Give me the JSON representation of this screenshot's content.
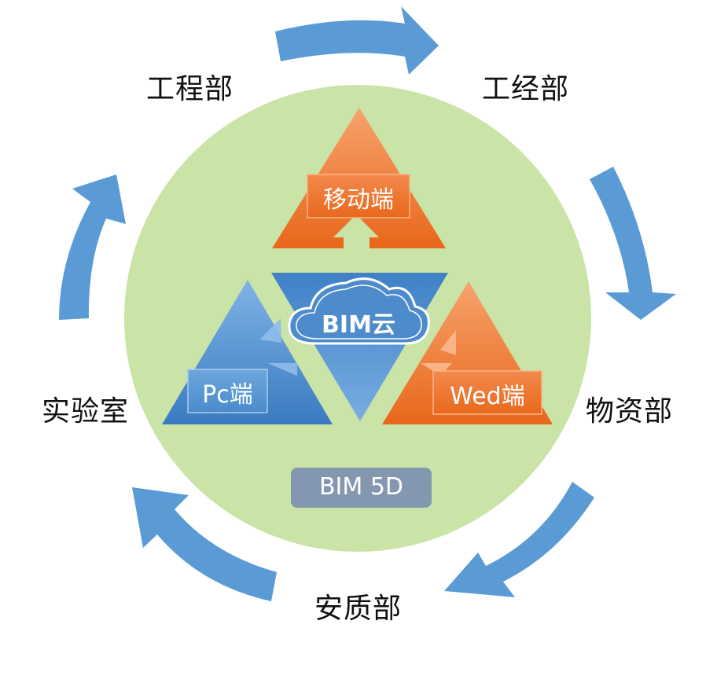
{
  "departments": {
    "engineering": "工程部",
    "engineering_economics": "工经部",
    "materials": "物资部",
    "safety_quality": "安质部",
    "laboratory": "实验室"
  },
  "platforms": {
    "mobile": "移动端",
    "pc": "Pc端",
    "web": "Wed端"
  },
  "cloud": {
    "label": "BIM云"
  },
  "core": {
    "label": "BIM 5D"
  },
  "colors": {
    "circle": "#c9e4a6",
    "arrow_blue": "#5b9bd5",
    "orange_light": "#f4915a",
    "orange_dark": "#e76a1c",
    "blue_light": "#6fa6dd",
    "blue_dark": "#3f7fc4",
    "badge": "#8497b0"
  }
}
